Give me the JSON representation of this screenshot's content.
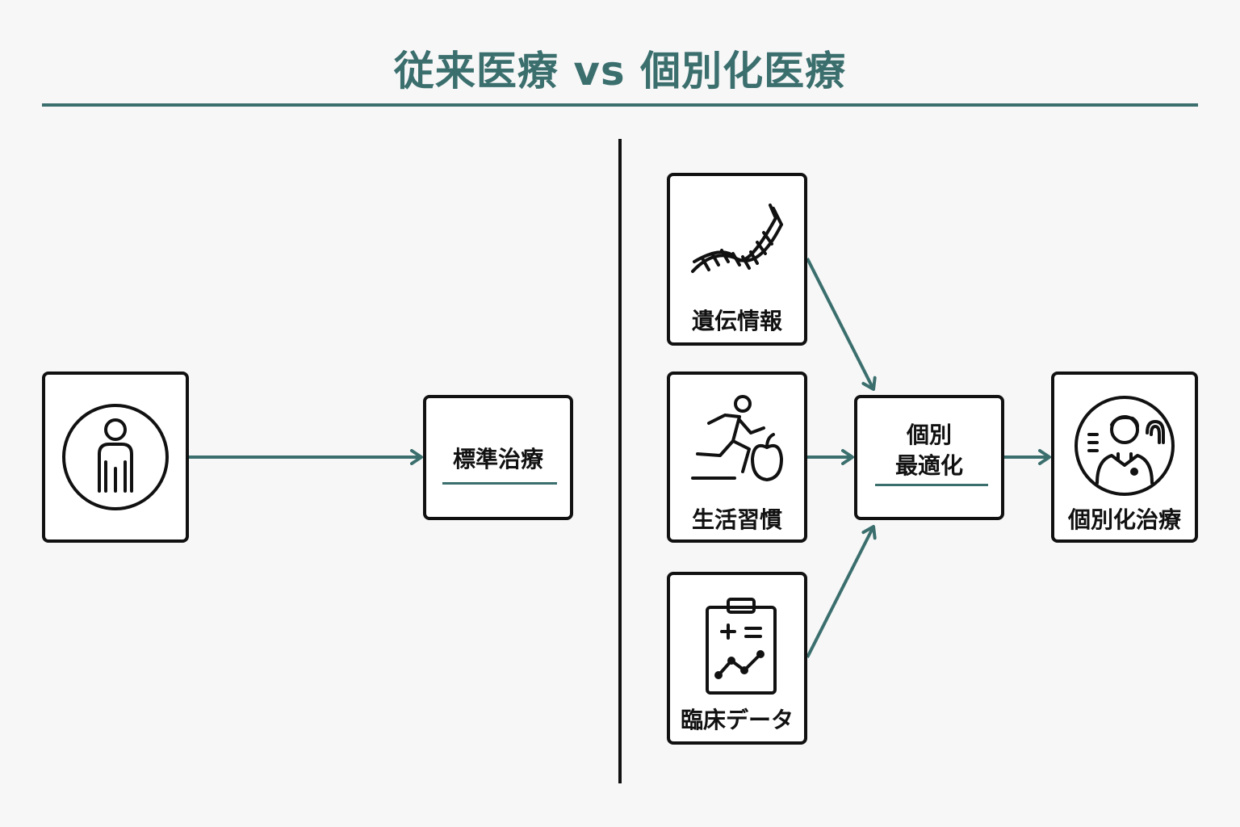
{
  "title": "従来医療 vs 個別化医療",
  "colors": {
    "accent": "#3b6f6e",
    "stroke": "#111111",
    "background": "#f7f7f7"
  },
  "traditional": {
    "patient_icon": "person-icon",
    "treatment_label": "標準治療"
  },
  "personalized": {
    "inputs": [
      {
        "label": "遺伝情報",
        "icon": "dna-icon"
      },
      {
        "label": "生活習慣",
        "icon": "runner-apple-icon"
      },
      {
        "label": "臨床データ",
        "icon": "clipboard-chart-icon"
      }
    ],
    "optimize_label_line1": "個別",
    "optimize_label_line2": "最適化",
    "result_label": "個別化治療",
    "result_icon": "patient-fingerprint-icon"
  }
}
